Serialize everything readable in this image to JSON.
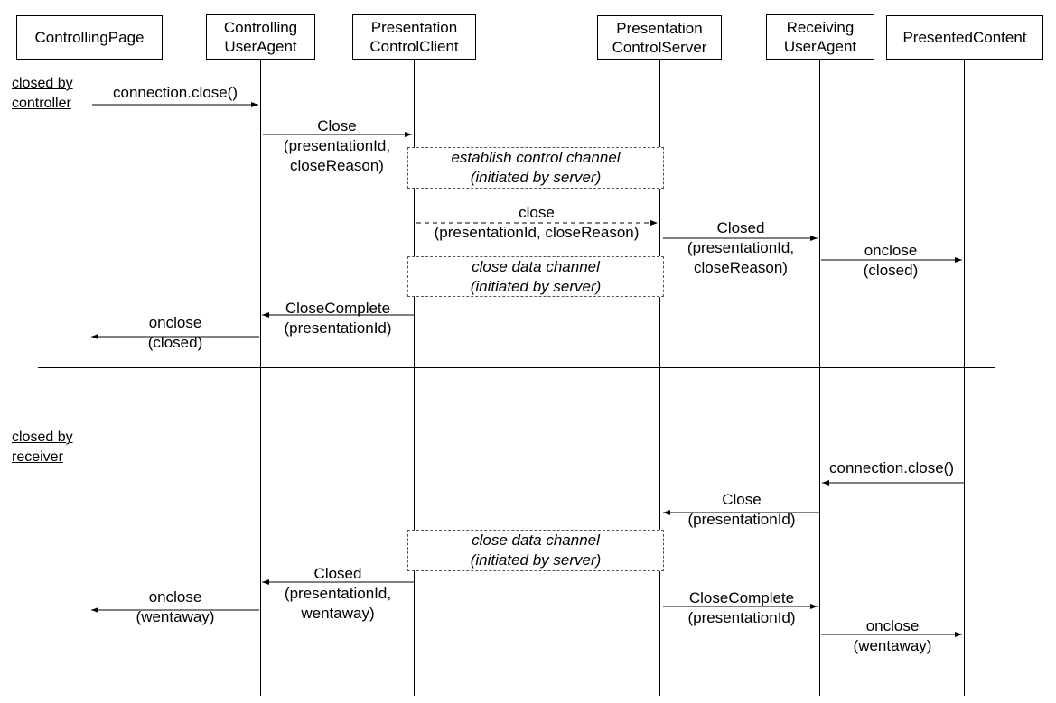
{
  "participants": [
    {
      "id": "cp",
      "label": "ControllingPage"
    },
    {
      "id": "cua",
      "label": "Controlling\nUserAgent"
    },
    {
      "id": "pcc",
      "label": "Presentation\nControlClient"
    },
    {
      "id": "pcs",
      "label": "Presentation\nControlServer"
    },
    {
      "id": "rua",
      "label": "Receiving\nUserAgent"
    },
    {
      "id": "pc",
      "label": "PresentedContent"
    }
  ],
  "sections": {
    "controller": {
      "label": "closed by\ncontroller"
    },
    "receiver": {
      "label": "closed by\nreceiver"
    }
  },
  "messages": [
    {
      "label": "connection.close()",
      "from": "cp",
      "to": "cua",
      "style": "solid"
    },
    {
      "label": "Close\n(presentationId,\ncloseReason)",
      "from": "cua",
      "to": "pcc",
      "style": "solid"
    },
    {
      "label": "close\n(presentationId, closeReason)",
      "from": "pcc",
      "to": "pcs",
      "style": "dashed"
    },
    {
      "label": "Closed\n(presentationId,\ncloseReason)",
      "from": "pcs",
      "to": "rua",
      "style": "solid"
    },
    {
      "label": "onclose\n(closed)",
      "from": "rua",
      "to": "pc",
      "style": "solid"
    },
    {
      "label": "CloseComplete\n(presentationId)",
      "from": "pcc",
      "to": "cua",
      "style": "solid"
    },
    {
      "label": "onclose\n(closed)",
      "from": "cua",
      "to": "cp",
      "style": "solid"
    },
    {
      "label": "connection.close()",
      "from": "pc",
      "to": "rua",
      "style": "solid"
    },
    {
      "label": "Close\n(presentationId)",
      "from": "rua",
      "to": "pcs",
      "style": "solid"
    },
    {
      "label": "Closed\n(presentationId,\nwentaway)",
      "from": "pcc",
      "to": "cua",
      "style": "solid"
    },
    {
      "label": "onclose\n(wentaway)",
      "from": "cua",
      "to": "cp",
      "style": "solid"
    },
    {
      "label": "CloseComplete\n(presentationId)",
      "from": "pcs",
      "to": "rua",
      "style": "solid"
    },
    {
      "label": "onclose\n(wentaway)",
      "from": "rua",
      "to": "pc",
      "style": "solid"
    }
  ],
  "notes": [
    {
      "label": "establish control channel\n(initiated by server)"
    },
    {
      "label": "close data channel\n(initiated by server)"
    },
    {
      "label": "close data channel\n(initiated by server)"
    }
  ]
}
